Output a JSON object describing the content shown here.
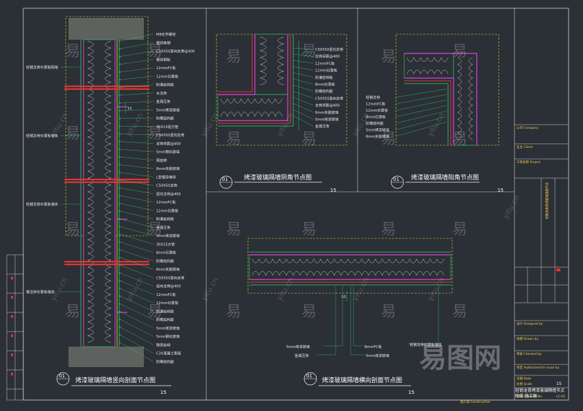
{
  "drawing1": {
    "number": "01",
    "title": "烤漆玻璃隔墙竖向剖面节点图",
    "scale": "15",
    "right_labels": [
      "M8化学螺栓",
      "镀锌角钢",
      "C50X50竖向龙骨@400",
      "镀锌钢板",
      "12mmFC板",
      "12mm石膏板",
      "防潮岩棉板",
      "木龙骨",
      "金属压条",
      "5mm烤漆玻璃",
      "防霉结构胶",
      "30X15铝方管",
      "C50X50竖向龙骨",
      "龙骨间距@400",
      "5mm钢化玻璃",
      "隔音棉",
      "6mm夹胶玻璃",
      "L型镀锌角码",
      "C50X50龙骨",
      "竖向龙骨@400",
      "12mmFC板",
      "12mm石膏板",
      "防潮岩棉板",
      "金属压条",
      "5mm烤漆玻璃",
      "30X15方管",
      "8mm石膏板",
      "防霉结构胶",
      "6mm夹胶玻璃",
      "C50X50竖向龙骨",
      "竖向龙骨@400",
      "12mmFC板",
      "12mm石膏板",
      "防潮岩棉板",
      "防霉结构胶",
      "5mm烤漆玻璃",
      "5mm钢化玻璃",
      "隔音岩棉",
      "C20混凝土垫层",
      "防霉结构胶"
    ],
    "left_labels": [
      "轻钢龙骨石膏板隔墙",
      "轻钢龙骨石膏板墙体",
      "轻钢龙骨石膏板墙体",
      "钢龙骨石膏板墙体"
    ],
    "dim_label": "15"
  },
  "drawing2": {
    "number": "01",
    "title": "烤漆玻璃隔墙阴角节点图",
    "scale": "15",
    "labels": [
      "C50X50竖向龙骨",
      "龙骨间距@400",
      "12mmFC板",
      "12mm石膏板",
      "防潮岩棉板",
      "8mm石膏板",
      "防霉结构胶",
      "C50X50竖向龙骨",
      "龙骨间距@400",
      "6mm夹胶玻璃",
      "5mm烤漆玻璃",
      "金属压条"
    ]
  },
  "drawing3": {
    "number": "01",
    "title": "烤漆玻璃隔墙阳角节点图",
    "scale": "15",
    "labels": [
      "轻钢龙骨",
      "12mmFC板",
      "12mm石膏板",
      "8mm石膏板",
      "防霉结构胶",
      "5mm烤漆玻璃",
      "6mm夹胶玻璃"
    ]
  },
  "drawing4": {
    "number": "01",
    "title": "烤漆玻璃隔墙横向剖面节点图",
    "scale": "15",
    "dim_label": "10",
    "labels_left": [
      "5mm烤漆玻璃",
      "金属压条"
    ],
    "labels_right": [
      "8mmFC板",
      "5mm烤漆玻璃",
      "轻钢龙骨石膏板墙体"
    ]
  },
  "title_block": {
    "company": "公司 Company",
    "client": "业主 Client",
    "project": "工程名称 Project",
    "designed": "设计 Designed by",
    "drawn": "绘图 Drawn by",
    "checked": "审核 Checked by",
    "approved": "审定 Authorized for issue by",
    "date_label": "日期 Date",
    "scale_label": "比例 Scale",
    "scale_value": "15",
    "drawing_no_label": "图号 Drawing No.",
    "drawing_no": "LC-01",
    "sheet_title": "轻钢龙骨烤漆玻璃隔墙节点",
    "stage": "阶段 施工图",
    "construction": "施工图 Construction"
  },
  "watermark": {
    "char": "易",
    "site": "yitu.cn",
    "logo": "易图网"
  },
  "colors": {
    "background": "#2b2f36",
    "frame": "#d8d8d8",
    "green": "#2bd96b",
    "yellow": "#e8e23a",
    "magenta": "#e040e0",
    "red": "#e03535",
    "insulation": "#cfcfcf",
    "concrete": "#8a8a80"
  }
}
